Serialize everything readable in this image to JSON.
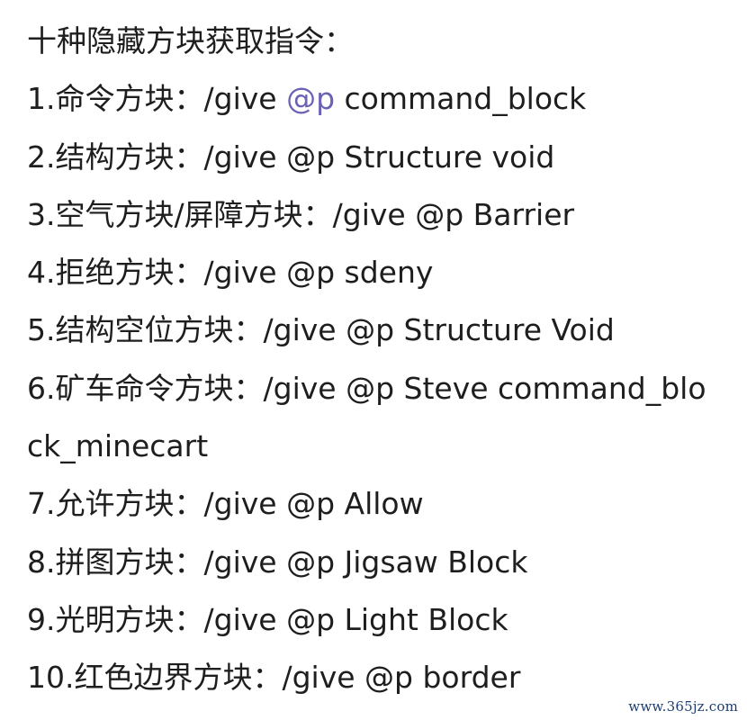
{
  "document": {
    "title": "十种隐藏方块获取指令：",
    "items": [
      {
        "number": "1.",
        "name": "命令方块：",
        "cmd": "/give ",
        "target": "@p",
        "arg": " command_block",
        "target_highlighted": true
      },
      {
        "number": "2.",
        "name": "结构方块：",
        "cmd": "/give ",
        "target": "@p",
        "arg": " Structure void"
      },
      {
        "number": "3.",
        "name": "空气方块/屏障方块：",
        "cmd": "/give ",
        "target": "@p",
        "arg": " Barrier"
      },
      {
        "number": "4.",
        "name": "拒绝方块：",
        "cmd": "/give ",
        "target": "@p",
        "arg": " sdeny"
      },
      {
        "number": "5.",
        "name": "结构空位方块：",
        "cmd": "/give ",
        "target": "@p",
        "arg": " Structure Void"
      },
      {
        "number": "6.",
        "name": "矿车命令方块：",
        "cmd": "/give ",
        "target": "@p",
        "arg": " Steve command_blo",
        "continuation": "ck_minecart"
      },
      {
        "number": "7.",
        "name": "允许方块：",
        "cmd": "/give ",
        "target": "@p",
        "arg": " Allow"
      },
      {
        "number": "8.",
        "name": "拼图方块：",
        "cmd": "/give ",
        "target": "@p",
        "arg": " Jigsaw Block"
      },
      {
        "number": "9.",
        "name": "光明方块：",
        "cmd": "/give ",
        "target": "@p",
        "arg": " Light Block"
      },
      {
        "number": "10.",
        "name": "红色边界方块：",
        "cmd": "/give ",
        "target": "@p",
        "arg": " border"
      }
    ]
  },
  "watermark": "www.365jz.com",
  "colors": {
    "text": "#1e1e1e",
    "mention": "#6a62b4",
    "watermark": "#1d3f70",
    "background": "#ffffff"
  }
}
